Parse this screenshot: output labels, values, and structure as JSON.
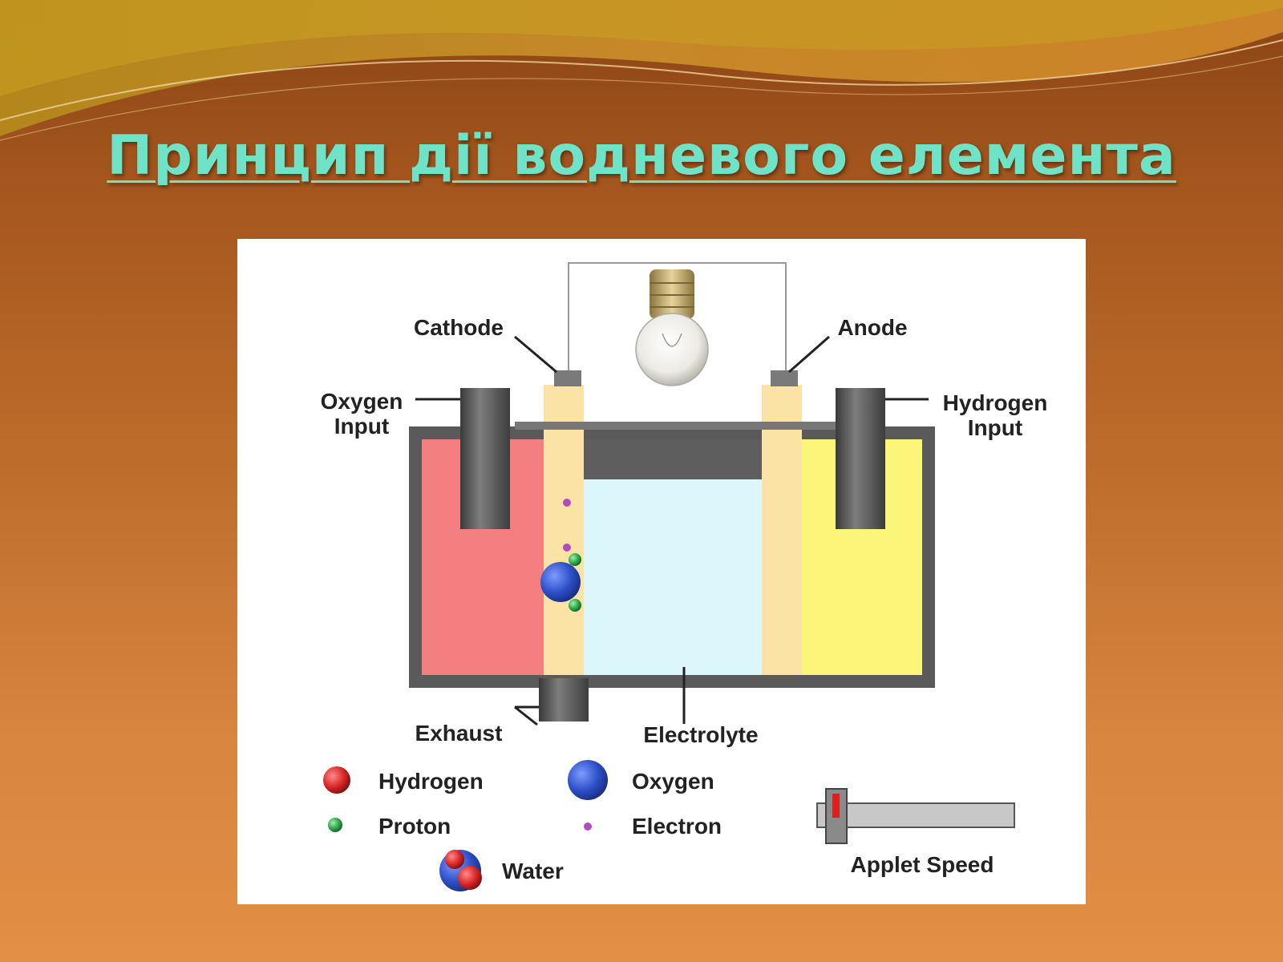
{
  "slide": {
    "title": "Принцип дії водневого елемента"
  },
  "diagram": {
    "labels": {
      "cathode": "Cathode",
      "anode": "Anode",
      "oxygen_input_line1": "Oxygen",
      "oxygen_input_line2": "Input",
      "hydrogen_input_line1": "Hydrogen",
      "hydrogen_input_line2": "Input",
      "exhaust": "Exhaust",
      "electrolyte": "Electrolyte"
    },
    "legend": {
      "hydrogen": "Hydrogen",
      "oxygen": "Oxygen",
      "proton": "Proton",
      "electron": "Electron",
      "water": "Water"
    },
    "applet_speed": {
      "label": "Applet Speed",
      "level": 0.05
    }
  },
  "colors": {
    "cathode_side": "#f37f80",
    "anode_side": "#fbf57a",
    "electrolyte": "#dcf7fb",
    "electrode_strip": "#fbe3a5",
    "casing": "#555555",
    "hydrogen": "#d92626",
    "oxygen": "#2d4fc7",
    "proton": "#2fa447",
    "electron": "#b24bc2"
  }
}
